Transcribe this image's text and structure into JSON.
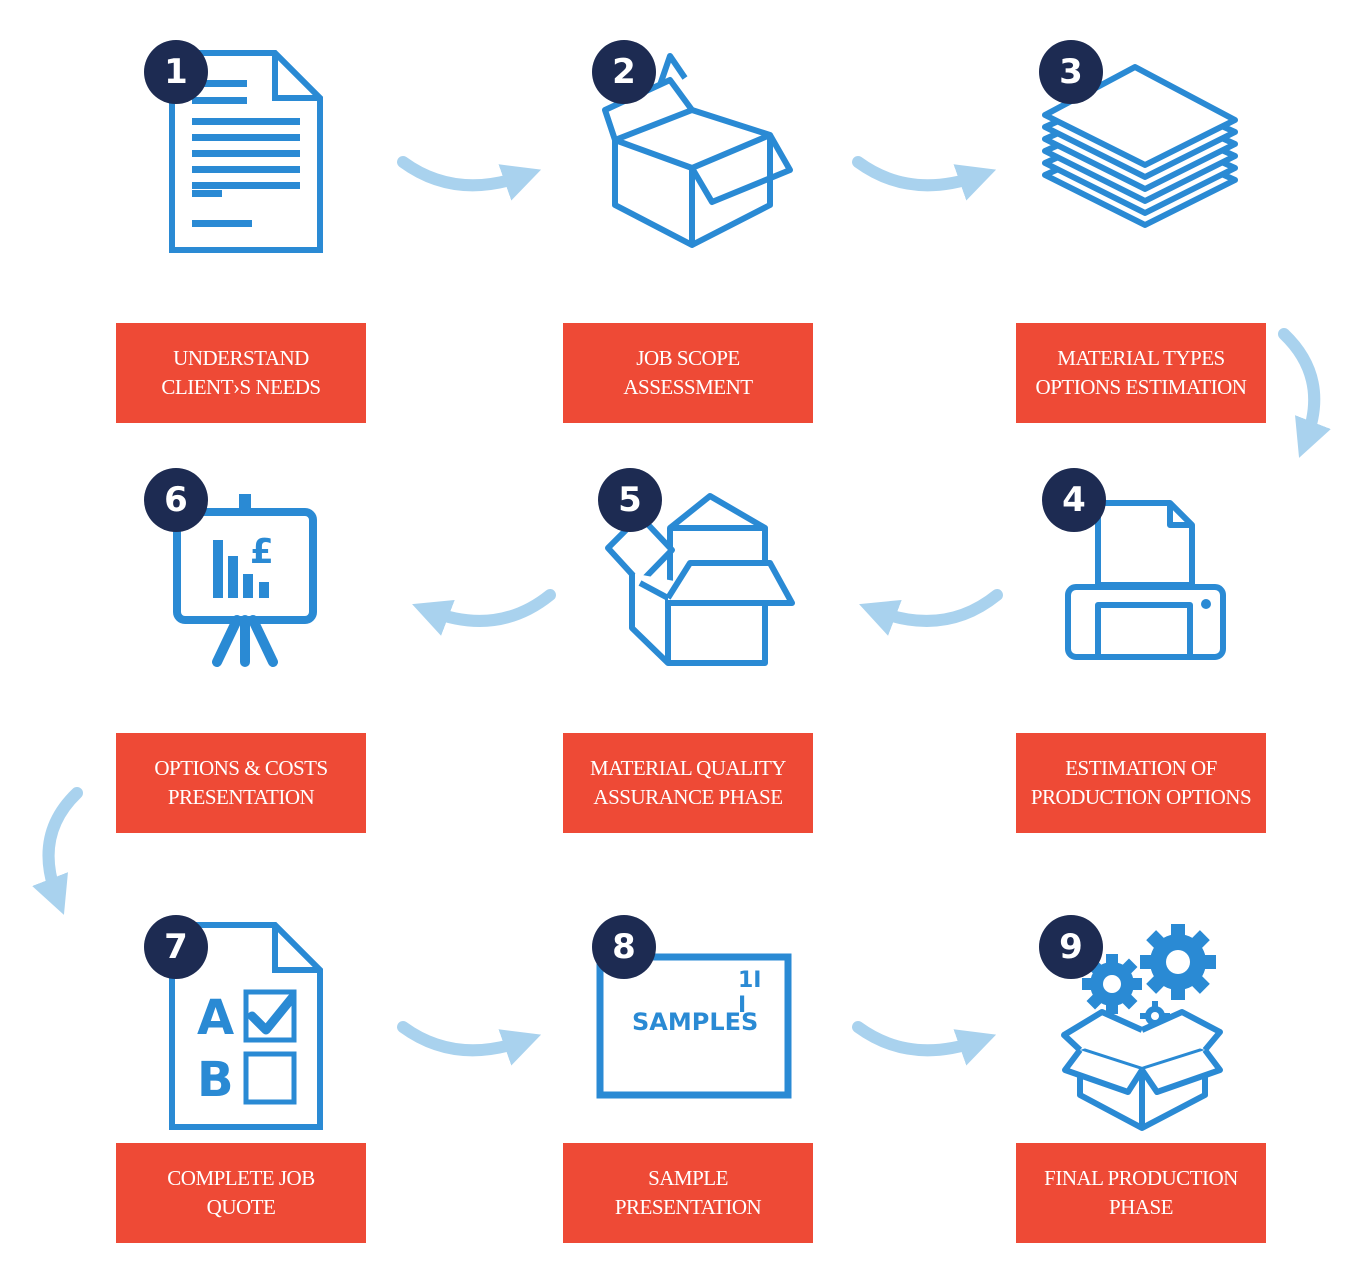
{
  "colors": {
    "icon_blue": "#2a8ad4",
    "badge_navy": "#1d2b52",
    "label_red": "#ee4a36",
    "arrow_light_blue": "#a9d2ee"
  },
  "steps": [
    {
      "number": "1",
      "icon": "document-icon",
      "line1": "UNDERSTAND",
      "line2": "CLIENT›S NEEDS"
    },
    {
      "number": "2",
      "icon": "open-box-icon",
      "line1": "JOB  SCOPE",
      "line2": "ASSESSMENT"
    },
    {
      "number": "3",
      "icon": "paper-stack-icon",
      "line1": "MATERIAL TYPES",
      "line2": "OPTIONS ESTIMATION"
    },
    {
      "number": "4",
      "icon": "printer-icon",
      "line1": "ESTIMATION OF",
      "line2": "PRODUCTION OPTIONS"
    },
    {
      "number": "5",
      "icon": "stacked-boxes-icon",
      "line1": "MATERIAL QUALITY",
      "line2": "ASSURANCE PHASE"
    },
    {
      "number": "6",
      "icon": "presentation-board-icon",
      "line1": "OPTIONS & COSTS",
      "line2": "PRESENTATION"
    },
    {
      "number": "7",
      "icon": "quiz-form-icon",
      "line1": "COMPLETE JOB",
      "line2": "QUOTE"
    },
    {
      "number": "8",
      "icon": "samples-box-icon",
      "line1": "SAMPLE",
      "line2": "PRESENTATION"
    },
    {
      "number": "9",
      "icon": "gears-box-icon",
      "line1": "FINAL PRODUCTION",
      "line2": "PHASE"
    }
  ],
  "icon_text": {
    "pound_sign": "£",
    "option_a": "A",
    "option_b": "B",
    "samples": "SAMPLES",
    "samples_code": "1I I"
  }
}
